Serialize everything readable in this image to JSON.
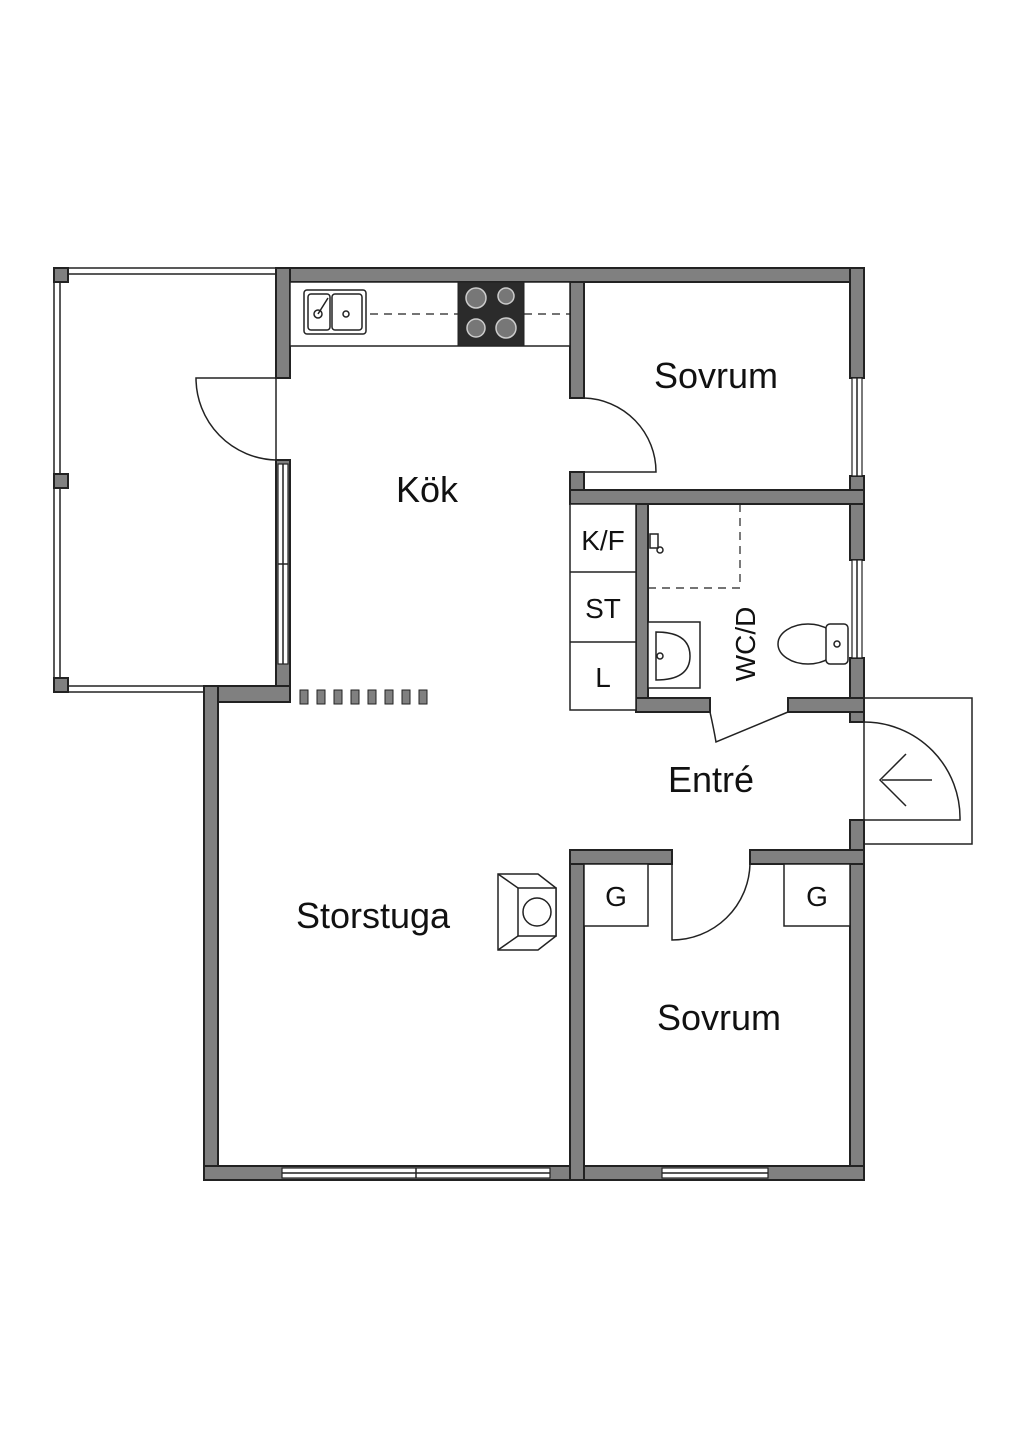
{
  "rooms": {
    "kok": "Kök",
    "sovrum_top": "Sovrum",
    "sovrum_bottom": "Sovrum",
    "storstuga": "Storstuga",
    "entre": "Entré",
    "wc": "WC/D"
  },
  "fixtures": {
    "kf": "K/F",
    "st": "ST",
    "l": "L",
    "g_left": "G",
    "g_right": "G"
  },
  "icons": {
    "stove": "stove-icon",
    "sink": "kitchen-sink-icon",
    "toilet": "toilet-icon",
    "washbasin": "washbasin-icon",
    "fireplace": "fireplace-icon",
    "entrance": "entrance-arrow-icon",
    "radiator": "radiator-icon"
  }
}
